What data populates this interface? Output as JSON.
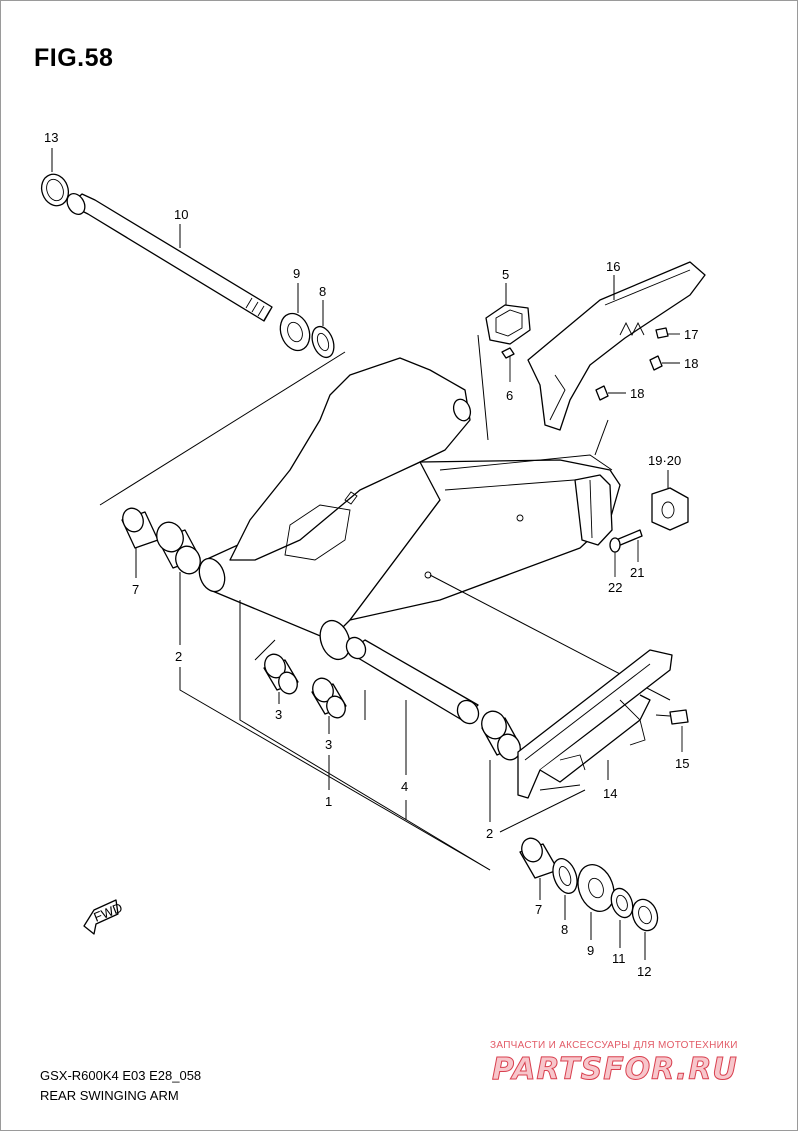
{
  "figure": {
    "title": "FIG.58",
    "model_code": "GSX-R600K4 E03 E28_058",
    "section_name": "REAR SWINGING ARM"
  },
  "callouts": [
    {
      "id": "p13",
      "label": "13"
    },
    {
      "id": "p10",
      "label": "10"
    },
    {
      "id": "p9a",
      "label": "9"
    },
    {
      "id": "p8a",
      "label": "8"
    },
    {
      "id": "p5",
      "label": "5"
    },
    {
      "id": "p6",
      "label": "6"
    },
    {
      "id": "p16",
      "label": "16"
    },
    {
      "id": "p17",
      "label": "17"
    },
    {
      "id": "p18a",
      "label": "18"
    },
    {
      "id": "p18b",
      "label": "18"
    },
    {
      "id": "p19",
      "label": "19·20"
    },
    {
      "id": "p21",
      "label": "21"
    },
    {
      "id": "p22",
      "label": "22"
    },
    {
      "id": "p7a",
      "label": "7"
    },
    {
      "id": "p2a",
      "label": "2"
    },
    {
      "id": "p3a",
      "label": "3"
    },
    {
      "id": "p3b",
      "label": "3"
    },
    {
      "id": "p1",
      "label": "1"
    },
    {
      "id": "p4",
      "label": "4"
    },
    {
      "id": "p15",
      "label": "15"
    },
    {
      "id": "p14",
      "label": "14"
    },
    {
      "id": "p2b",
      "label": "2"
    },
    {
      "id": "p7b",
      "label": "7"
    },
    {
      "id": "p8b",
      "label": "8"
    },
    {
      "id": "p9b",
      "label": "9"
    },
    {
      "id": "p11",
      "label": "11"
    },
    {
      "id": "p12",
      "label": "12"
    }
  ],
  "fwd_label": "FWD",
  "watermark": {
    "caption": "ЗАПЧАСТИ И АКСЕССУАРЫ ДЛЯ МОТОТЕХНИКИ",
    "logo": "PARTSFOR.RU"
  },
  "colors": {
    "line": "#000000",
    "background": "#ffffff",
    "watermark_text": "#e25a66",
    "watermark_fill": "#f7c6cb"
  }
}
